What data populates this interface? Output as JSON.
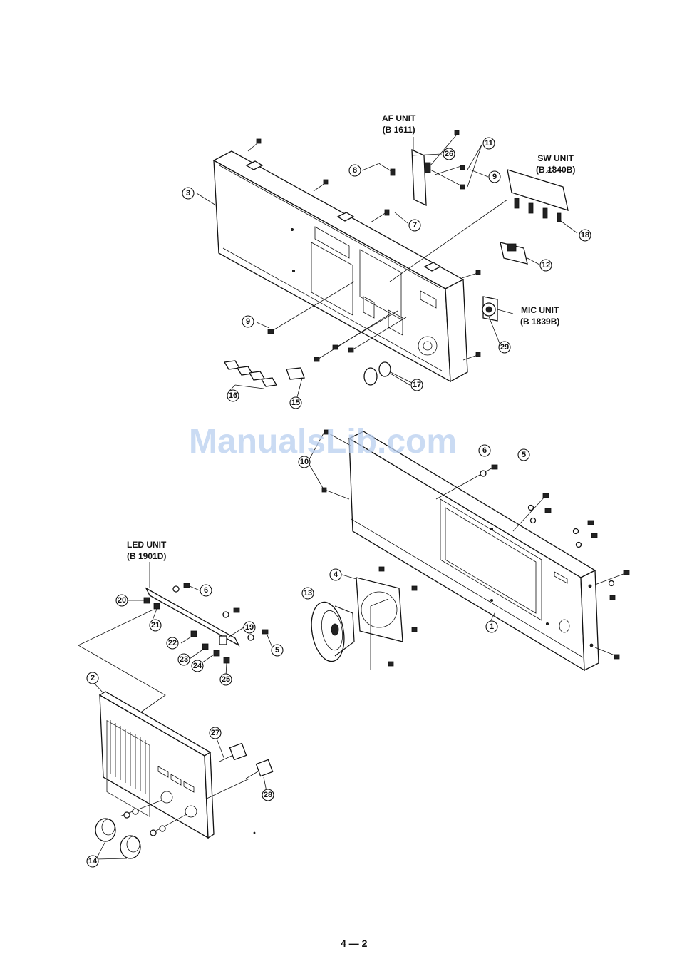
{
  "units": {
    "af_unit": {
      "name": "AF UNIT",
      "code": "(B  1611)"
    },
    "sw_unit": {
      "name": "SW UNIT",
      "code": "(B  1840B)"
    },
    "mic_unit": {
      "name": "MIC UNIT",
      "code": "(B  1839B)"
    },
    "led_unit": {
      "name": "LED UNIT",
      "code": "(B  1901D)"
    }
  },
  "callouts": [
    "1",
    "2",
    "3",
    "4",
    "5",
    "6",
    "7",
    "8",
    "9",
    "10",
    "11",
    "12",
    "13",
    "14",
    "15",
    "16",
    "17",
    "18",
    "19",
    "20",
    "21",
    "22",
    "23",
    "24",
    "25",
    "26",
    "27",
    "28",
    "29"
  ],
  "watermark": "ManualsLib.com",
  "page_number": "4 — 2"
}
